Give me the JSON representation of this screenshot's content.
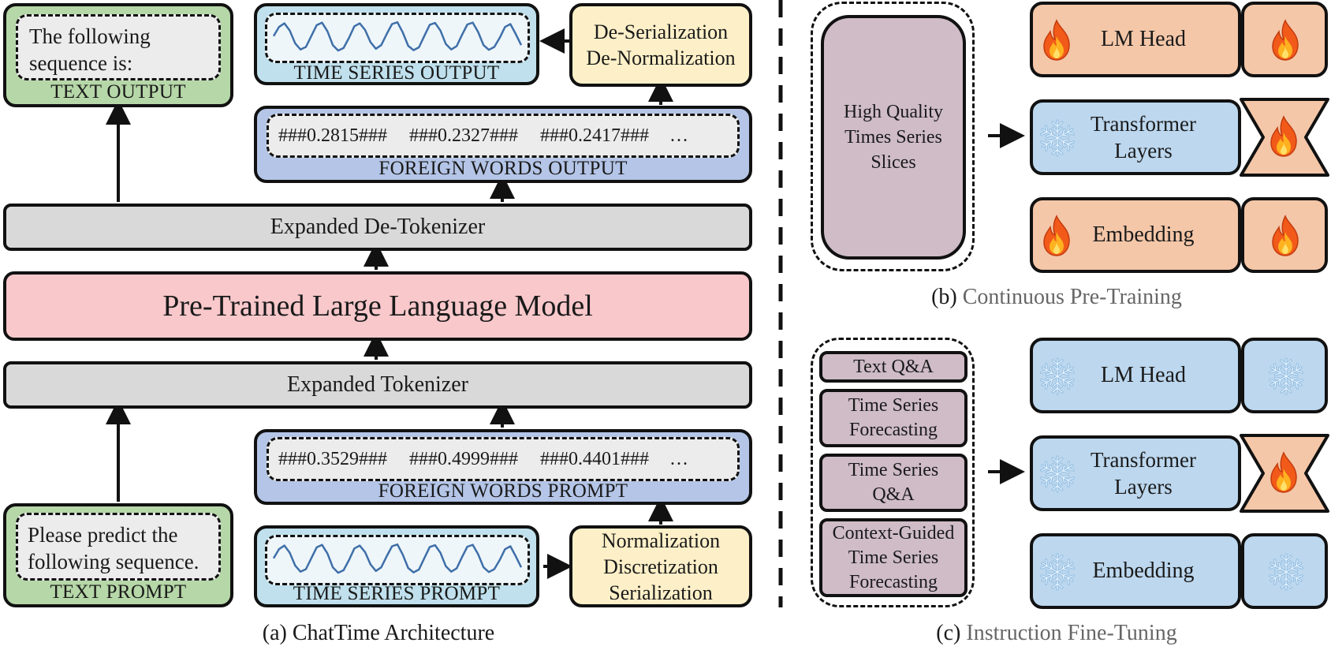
{
  "architecture": {
    "text_output": {
      "text": "The following sequence is:",
      "label": "TEXT OUTPUT"
    },
    "ts_output": {
      "label": "TIME SERIES OUTPUT"
    },
    "de_serialization": {
      "line1": "De-Serialization",
      "line2": "De-Normalization"
    },
    "foreign_words_output": {
      "tokens": [
        "###0.2815###",
        "###0.2327###",
        "###0.2417###",
        "…"
      ],
      "label": "FOREIGN WORDS OUTPUT"
    },
    "detokenizer": "Expanded De-Tokenizer",
    "llm": "Pre-Trained Large Language Model",
    "tokenizer": "Expanded Tokenizer",
    "foreign_words_prompt": {
      "tokens": [
        "###0.3529###",
        "###0.4999###",
        "###0.4401###",
        "…"
      ],
      "label": "FOREIGN WORDS PROMPT"
    },
    "text_prompt": {
      "line1": "Please predict the",
      "line2": "following sequence.",
      "label": "TEXT PROMPT"
    },
    "ts_prompt": {
      "label": "TIME SERIES PROMPT"
    },
    "normalization": {
      "line1": "Normalization",
      "line2": "Discretization",
      "line3": "Serialization"
    },
    "caption": {
      "prefix": "(a) ",
      "rest": "ChatTime Architecture"
    }
  },
  "pretraining": {
    "data": {
      "line1": "High Quality",
      "line2": "Times Series",
      "line3": "Slices"
    },
    "layers": {
      "lm_head": "LM Head",
      "transformer_line1": "Transformer",
      "transformer_line2": "Layers",
      "embedding": "Embedding"
    },
    "caption": {
      "prefix": "(b) ",
      "rest": "Continuous Pre-Training"
    }
  },
  "finetuning": {
    "datasets": [
      {
        "line1": "Text Q&A"
      },
      {
        "line1": "Time Series",
        "line2": "Forecasting"
      },
      {
        "line1": "Time Series",
        "line2": "Q&A"
      },
      {
        "line1": "Context-Guided",
        "line2": "Time Series",
        "line3": "Forecasting"
      }
    ],
    "layers": {
      "lm_head": "LM Head",
      "transformer_line1": "Transformer",
      "transformer_line2": "Layers",
      "embedding": "Embedding"
    },
    "caption": {
      "prefix": "(c) ",
      "rest": "Instruction Fine-Tuning"
    }
  },
  "icons": {
    "trainable": "fire-icon",
    "frozen": "snowflake-icon"
  },
  "colors": {
    "text_box": "#b6d7a8",
    "ts_box": "#bfe0ec",
    "foreign_words": "#b4c5e7",
    "process_box": "#fdf0c8",
    "tokenizer": "#d9d9d9",
    "llm": "#f8c8cb",
    "trainable_layer": "#f4c7a8",
    "frozen_layer": "#bcd7ee",
    "dataset": "#cfbcc7",
    "series_line": "#3f6fa8"
  },
  "series_signal": [
    0.55,
    0.8,
    0.9,
    0.7,
    0.35,
    0.18,
    0.25,
    0.55,
    0.85,
    0.92,
    0.68,
    0.3,
    0.15,
    0.22,
    0.5,
    0.82,
    0.9,
    0.72,
    0.38,
    0.2,
    0.3,
    0.6,
    0.88,
    0.93,
    0.65,
    0.28,
    0.16,
    0.24,
    0.55,
    0.86,
    0.91,
    0.7,
    0.33,
    0.18,
    0.27,
    0.58,
    0.87,
    0.92,
    0.66,
    0.3,
    0.17,
    0.25,
    0.5,
    0.8,
    0.88,
    0.6,
    0.3
  ]
}
